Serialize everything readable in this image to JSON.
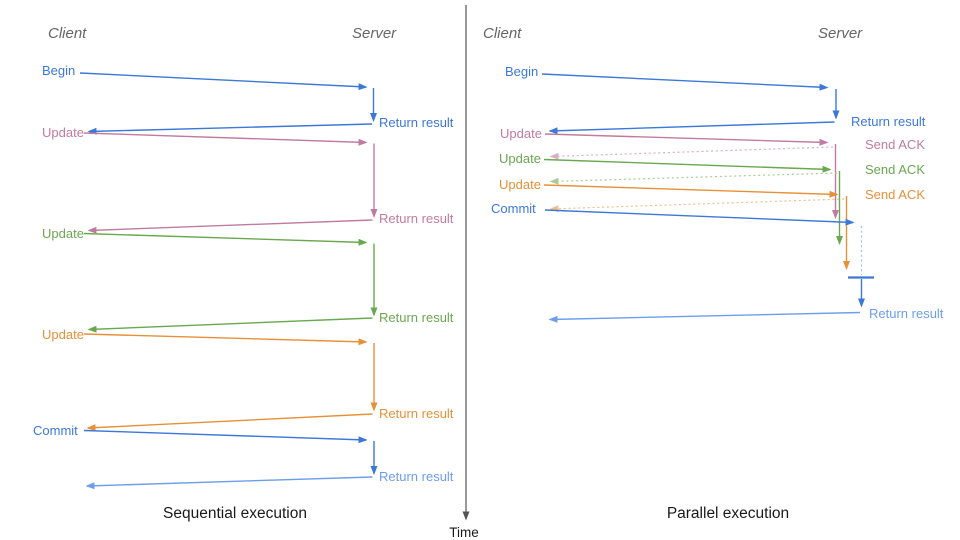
{
  "left": {
    "client_header": "Client",
    "server_header": "Server",
    "caption": "Sequential execution",
    "messages": [
      {
        "label": "Begin",
        "return_label": "Return result"
      },
      {
        "label": "Update",
        "return_label": "Return result"
      },
      {
        "label": "Update",
        "return_label": "Return result"
      },
      {
        "label": "Update",
        "return_label": "Return result"
      },
      {
        "label": "Commit",
        "return_label": "Return result"
      }
    ]
  },
  "right": {
    "client_header": "Client",
    "server_header": "Server",
    "caption": "Parallel execution",
    "messages": [
      {
        "label": "Begin",
        "return_label": "Return result"
      },
      {
        "label": "Update",
        "ack_label": "Send ACK"
      },
      {
        "label": "Update",
        "ack_label": "Send ACK"
      },
      {
        "label": "Update",
        "ack_label": "Send ACK"
      },
      {
        "label": "Commit"
      }
    ],
    "final_return_label": "Return result"
  },
  "time_axis": {
    "label": "Time"
  },
  "colors": {
    "blue": "#3c78d8",
    "light_blue": "#6d9eeb",
    "pink": "#c27ba0",
    "green": "#6aa84f",
    "orange": "#e69138",
    "pink_faded": "#d9aec6",
    "green_faded": "#a9cc96",
    "orange_faded": "#f0be8b",
    "blue_faded": "#a0c0ee",
    "header_gray": "#666666",
    "text_black": "#1a1a1a",
    "axis_gray": "#555555"
  }
}
